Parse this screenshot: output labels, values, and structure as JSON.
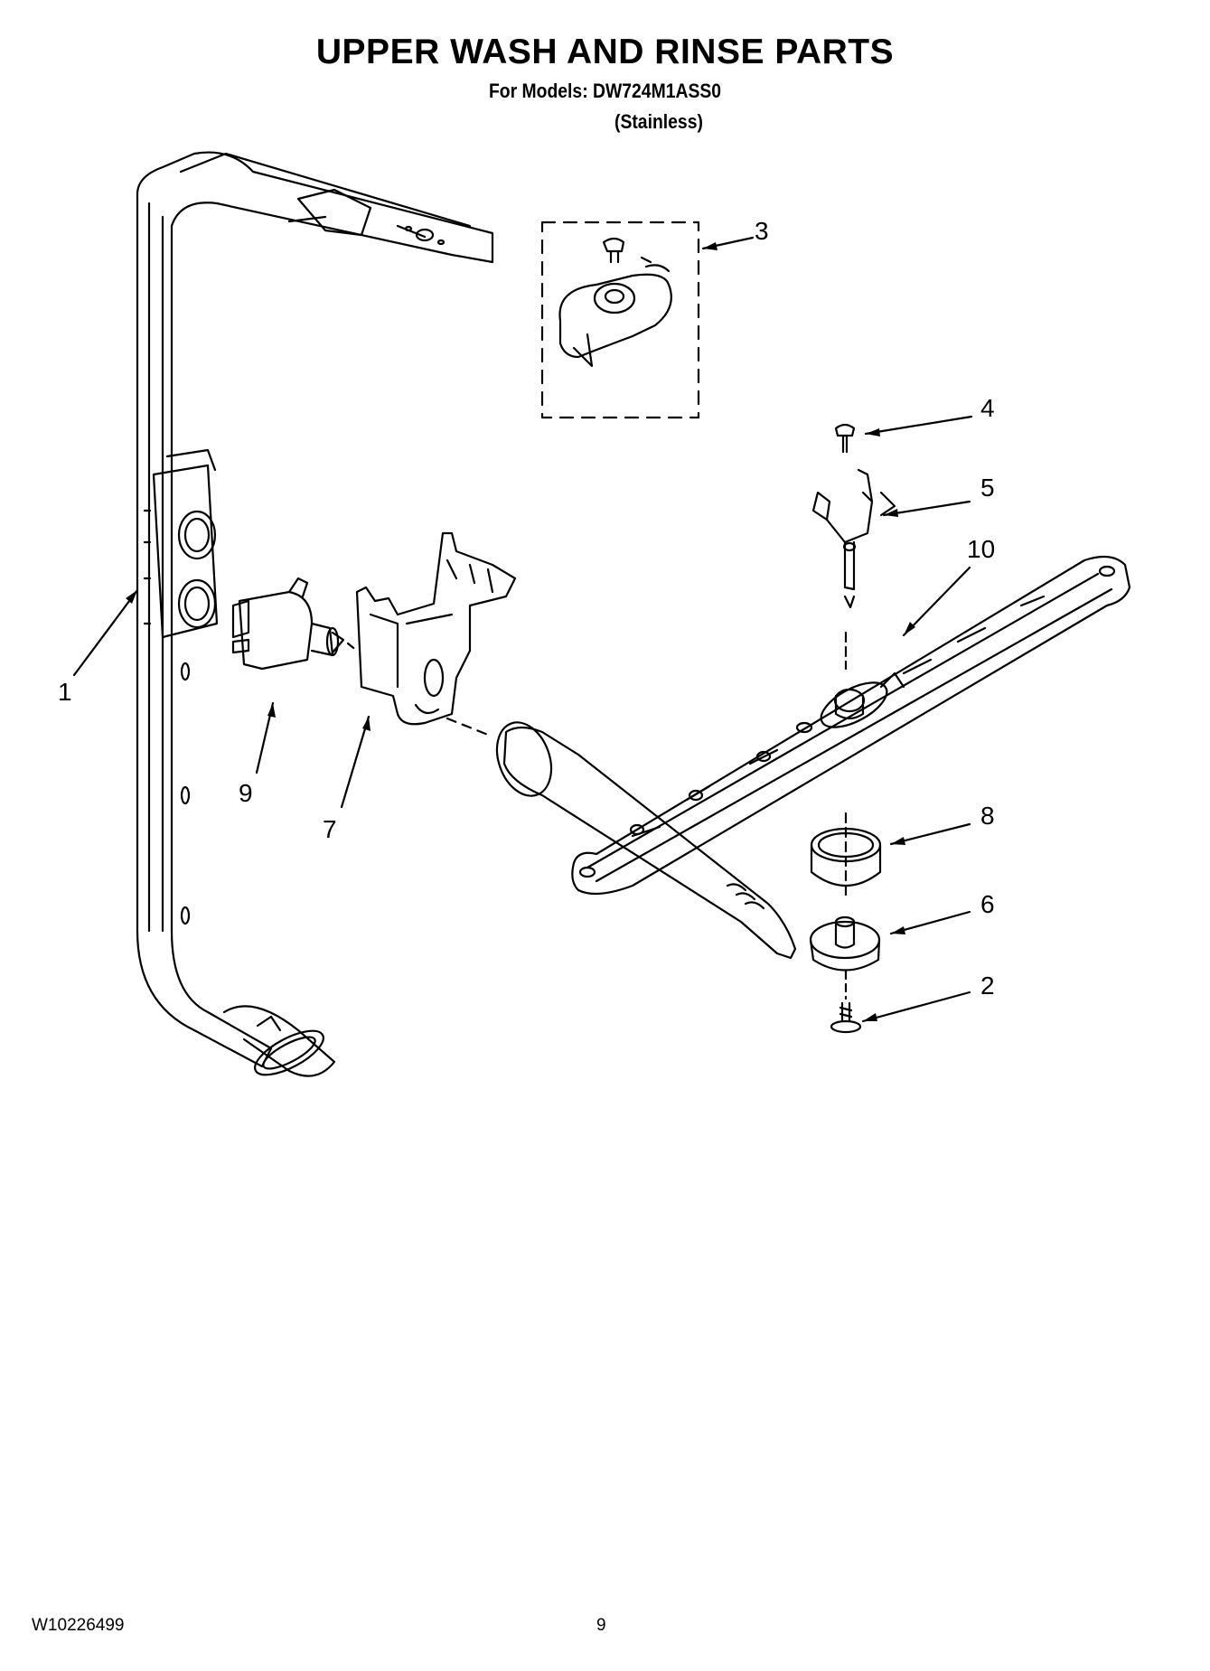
{
  "header": {
    "title": "UPPER WASH AND RINSE PARTS",
    "models": "For Models: DW724M1ASS0",
    "variant": "(Stainless)"
  },
  "callouts": [
    "1",
    "2",
    "3",
    "4",
    "5",
    "6",
    "7",
    "8",
    "9",
    "10"
  ],
  "footer": {
    "doc_number": "W10226499",
    "page_number": "9"
  }
}
